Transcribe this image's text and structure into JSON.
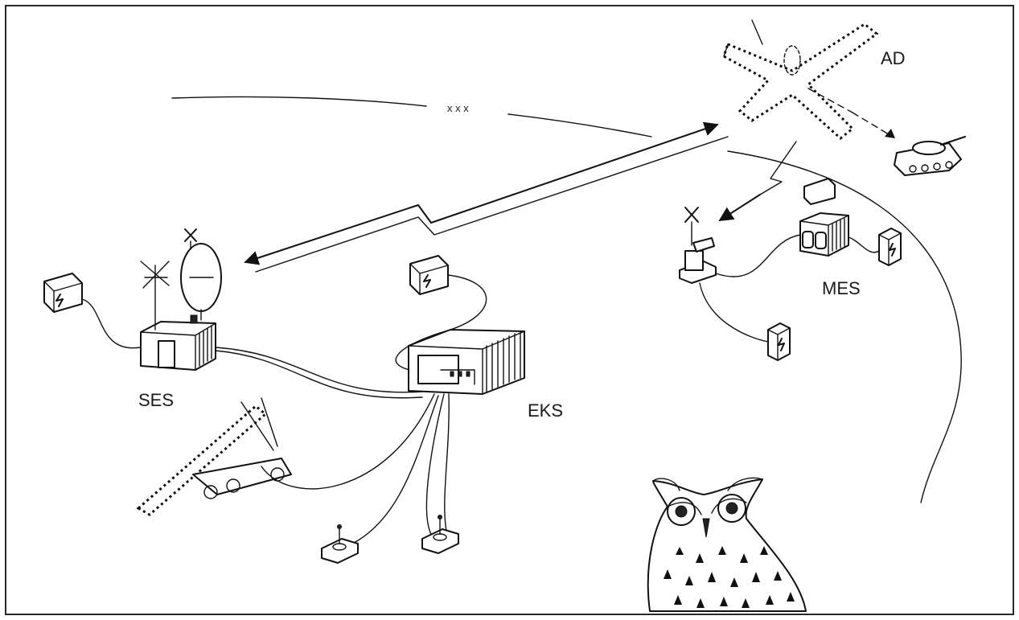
{
  "labels": {
    "ad": "AD",
    "ses": "SES",
    "eks": "EKS",
    "mes": "MES",
    "signal_marks": "x x x"
  },
  "icons": [
    "aircraft-icon",
    "tank-icon",
    "satellite-dish-icon",
    "antenna-icon",
    "power-supply-icon",
    "shelter-icon",
    "container-icon",
    "launcher-icon",
    "sensor-icon",
    "owl-icon"
  ],
  "colors": {
    "ink": "#111111",
    "paper": "#ffffff",
    "frame": "#2a2a2a"
  }
}
